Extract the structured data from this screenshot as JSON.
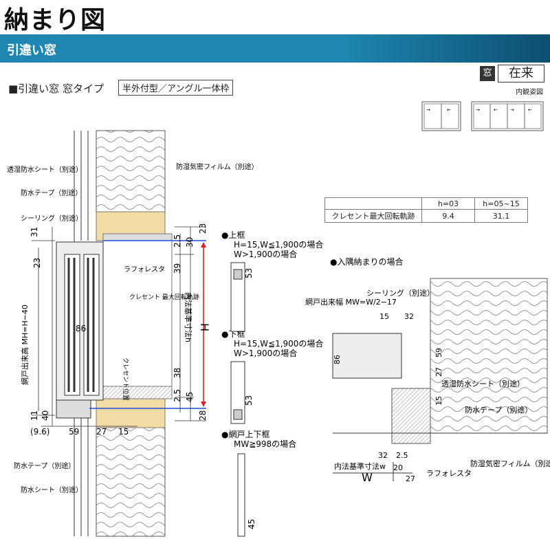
{
  "header": {
    "title": "納まり図",
    "banner": "引違い窓"
  },
  "window_type": {
    "label": "■引違い窓 窓タイプ",
    "box": "半外付型／アングル一体枠"
  },
  "tags": {
    "mado": "窓",
    "zairai": "在来",
    "naikan": "内観姿図"
  },
  "table": {
    "headers": [
      "",
      "h=03",
      "h=05~15"
    ],
    "row_label": "クレセント最大回転軌跡",
    "values": [
      "9.4",
      "31.1"
    ]
  },
  "labels": {
    "toshitsu_sheet": "透湿防水シート（別途）",
    "bosui_tape": "防水テープ（別途）",
    "sealing": "シーリング（別途）",
    "boshitsu_film": "防湿気密フィルム（別途）",
    "rafoleta": "ラフォレスタ",
    "crescent_track": "クレセント\n最大回転軌跡",
    "crescent_pos": "クレセント位置",
    "naiho_h": "内法基準寸法h",
    "amido_height": "網戸出来高 MH=H−40",
    "bosui_tape_b": "防水テープ（別途）",
    "bosui_sheet_b": "防水シート（別途）",
    "H": "H",
    "W": "W",
    "naiho_w": "内法基準寸法w",
    "amido_width": "網戸出来幅 MW=W/2−17",
    "sealing_r": "シーリング（別途）",
    "toshitsu_r": "透湿防水シート（別途）",
    "bosui_tape_r": "防水テープ（別途）",
    "rafoleta_r": "ラフォレスタ",
    "boshitsu_r": "防湿気密フィルム（別途）"
  },
  "sections": {
    "top": {
      "t1": "●上框",
      "t2": "H=15,W≦1,900の場合",
      "t3": "W>1,900の場合"
    },
    "bottom": {
      "t1": "●下框",
      "t2": "H=15,W≦1,900の場合",
      "t3": "W>1,900の場合"
    },
    "screen": {
      "t1": "●網戸上下框",
      "t2": "MW≧998の場合"
    },
    "corner": {
      "t1": "●入隅納まりの場合"
    }
  },
  "dims": {
    "d31": "31",
    "d23a": "23",
    "d23b": "23",
    "d30": "30",
    "d25a": "2.5",
    "d39": "39",
    "d86": "86",
    "d38": "38",
    "d25b": "2.5",
    "d45": "45",
    "d28": "28",
    "d11": "11",
    "d40": "40",
    "d96": "(9.6)",
    "d59": "59",
    "d27": "27",
    "d15": "15",
    "d53a": "53",
    "d53b": "53",
    "d45b": "45",
    "r15": "15",
    "r32": "32",
    "r86": "86",
    "r59": "59",
    "r27": "27",
    "r15b": "15",
    "r32b": "32",
    "r25": "2.5",
    "r20": "20",
    "r27b": "27"
  }
}
